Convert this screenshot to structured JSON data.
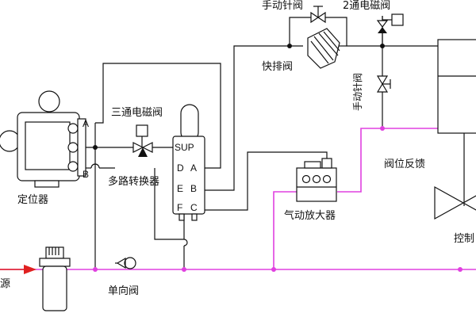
{
  "labels": {
    "manual_needle_valve_top": "手动针阀",
    "two_way_solenoid": "2通电磁阀",
    "quick_exhaust": "快排阀",
    "manual_needle_valve_side": "手动针阀",
    "three_way_solenoid": "三通电磁阀",
    "positioner": "定位器",
    "multi_converter": "多路转换器",
    "valve_feedback": "阀位反馈",
    "pneumatic_amplifier": "气动放大器",
    "check_valve": "单向阀",
    "actuator": "控制",
    "source": "源"
  },
  "ports": {
    "a": "A",
    "b": "B",
    "sup": "SUP",
    "d": "D",
    "e": "E",
    "f": "F",
    "pa": "A",
    "pb": "B",
    "pc": "C"
  },
  "colors": {
    "pipe": "#111111",
    "signal": "#e040e0",
    "flow_arrow": "#e02020"
  }
}
